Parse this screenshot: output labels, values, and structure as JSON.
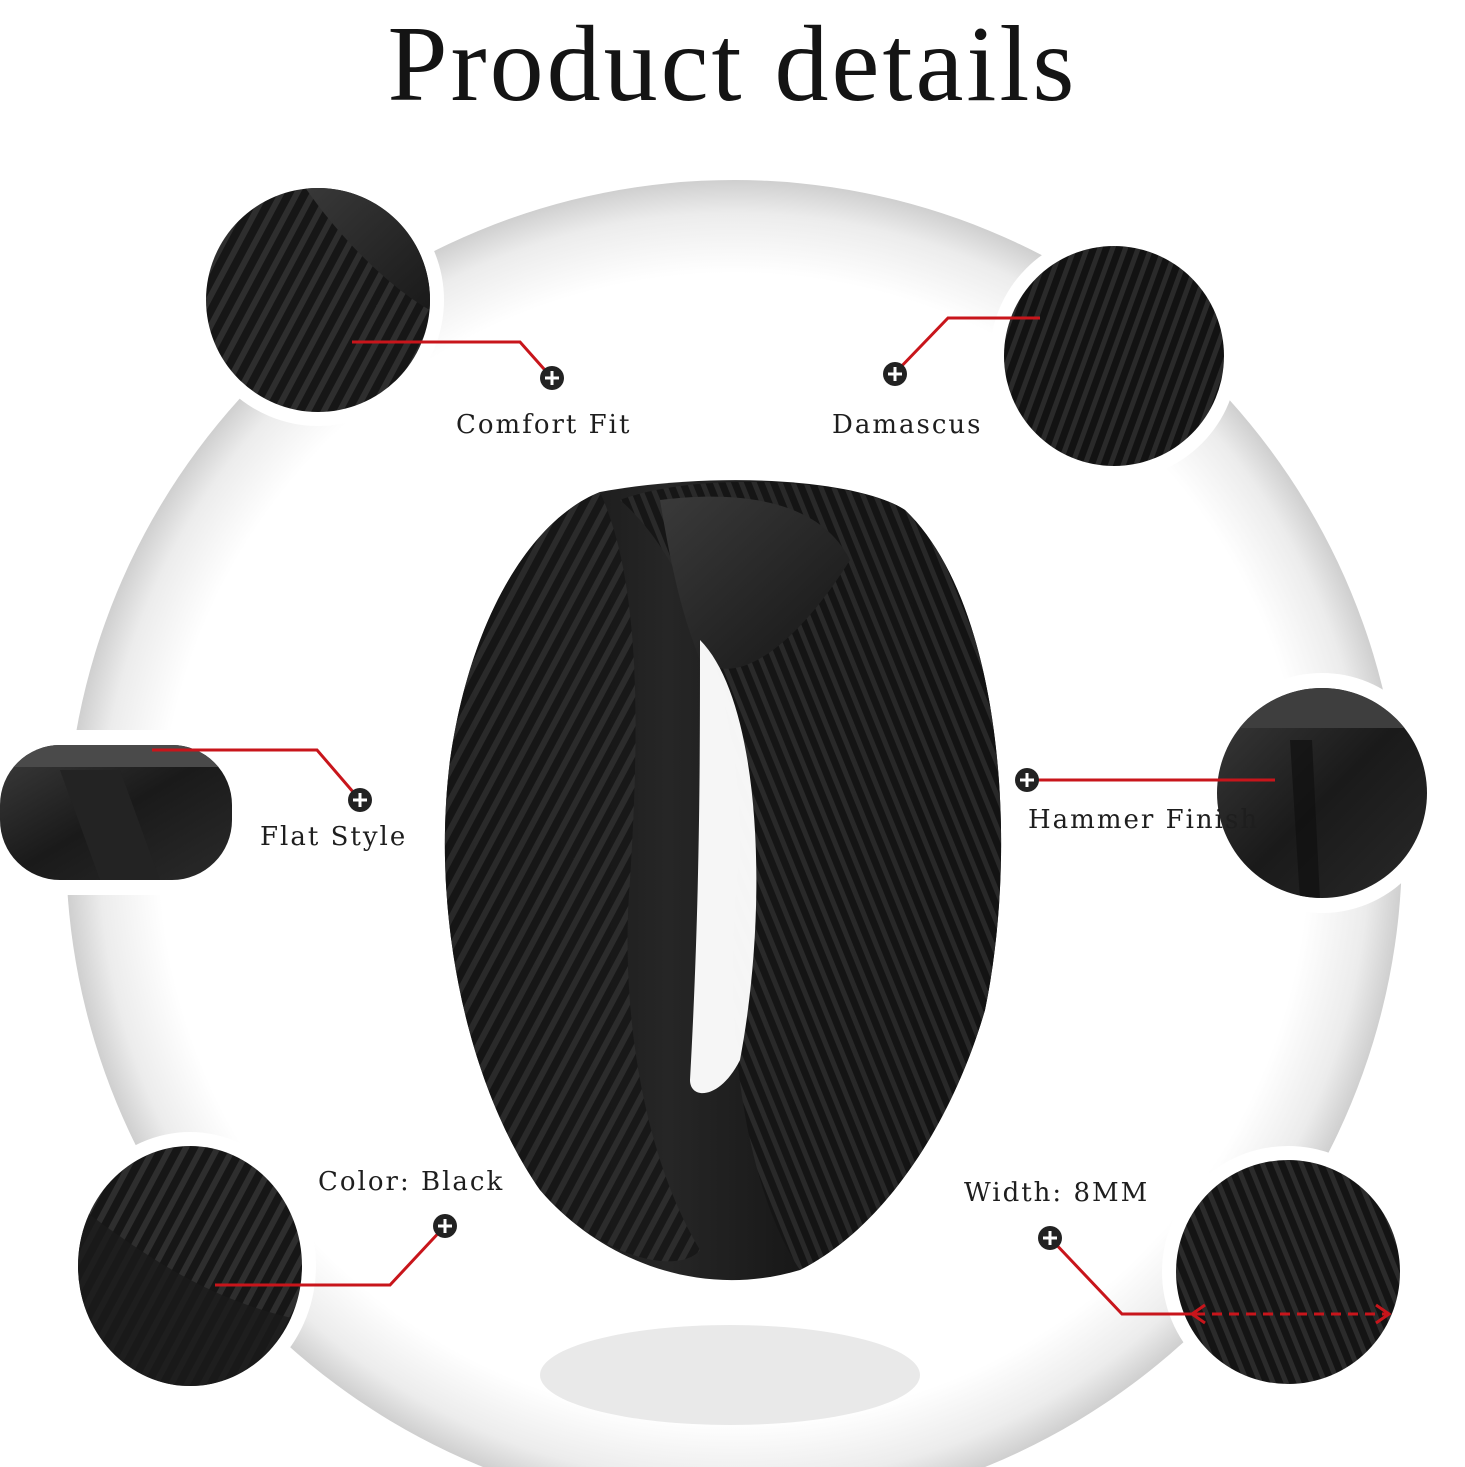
{
  "title": "Product details",
  "colors": {
    "background": "#ffffff",
    "halo": "#e6e6e6",
    "ring": "#141414",
    "callout_line": "#c8151b",
    "plus_marker": "#222222"
  },
  "features": [
    {
      "id": "comfort-fit",
      "label": "Comfort Fit"
    },
    {
      "id": "damascus",
      "label": "Damascus"
    },
    {
      "id": "flat-style",
      "label": "Flat Style"
    },
    {
      "id": "hammer-finish",
      "label": "Hammer Finish"
    },
    {
      "id": "color",
      "label": "Color: Black"
    },
    {
      "id": "width",
      "label": "Width: 8MM"
    }
  ]
}
